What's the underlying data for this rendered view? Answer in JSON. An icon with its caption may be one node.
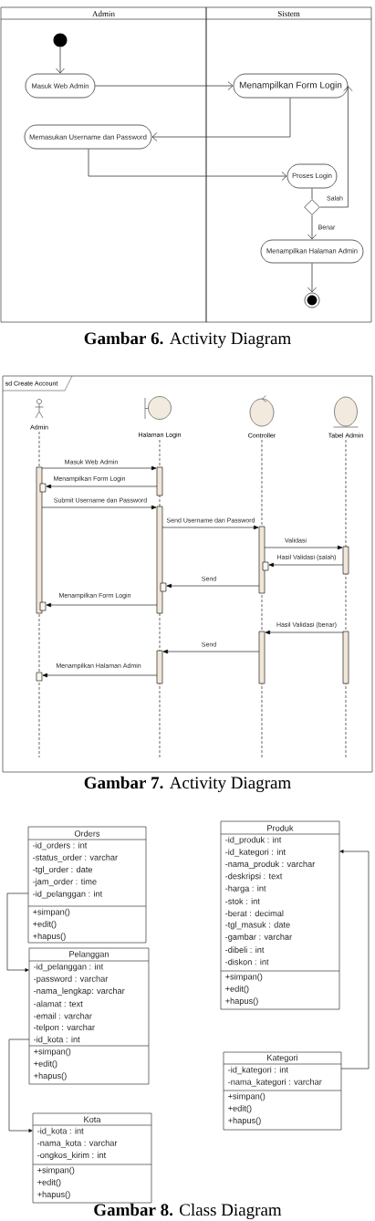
{
  "diagram": {
    "nodes": [
      {
        "text": [
          "Admin"
        ]
      },
      {
        "text": [
          "Sistem"
        ]
      },
      {
        "text": [],
        "shape": "circle",
        "in": 0
      },
      {
        "text": [
          "Masuk Web Admin"
        ],
        "in": 0
      },
      {
        "text": [
          "Menampilkan Form Login"
        ],
        "in": 1
      },
      {
        "text": [
          "Memasukan Username dan Password"
        ],
        "in": 0
      },
      {
        "text": [
          "Proses Login"
        ],
        "in": 1
      },
      {
        "text": [],
        "shape": "diamond",
        "in": 1
      },
      {
        "text": [
          "Menampilkan Halaman Admin"
        ],
        "in": 1
      },
      {
        "text": [],
        "shape": "circle",
        "in": 1
      },
      {
        "text": [
          "sd Create Account"
        ]
      },
      {
        "text": [
          "Admin"
        ],
        "in": 10
      },
      {
        "text": [
          "Halaman Login"
        ],
        "in": 10
      },
      {
        "text": [
          "Controller"
        ],
        "in": 10
      },
      {
        "text": [
          "Tabel Admin"
        ],
        "in": 10
      },
      {
        "text": [],
        "shape": "bar",
        "in": 10
      },
      {
        "text": [],
        "shape": "bar",
        "in": 10
      },
      {
        "text": [],
        "shape": "box",
        "in": 10
      },
      {
        "text": [],
        "shape": "bar",
        "in": 10
      },
      {
        "text": [],
        "shape": "bar",
        "in": 10
      },
      {
        "text": [],
        "shape": "bar",
        "in": 10
      },
      {
        "text": [],
        "shape": "box",
        "in": 10
      },
      {
        "text": [],
        "shape": "box",
        "in": 10
      },
      {
        "text": [],
        "shape": "box",
        "in": 10
      },
      {
        "text": [],
        "shape": "bar",
        "in": 10
      },
      {
        "text": [],
        "shape": "bar",
        "in": 10
      },
      {
        "text": [],
        "shape": "bar",
        "in": 10
      },
      {
        "text": [],
        "shape": "box",
        "in": 10
      },
      {
        "text": [
          "Orders",
          "-id_orders : int",
          "-status_order : varchar",
          "-tgl_order : date",
          "-jam_order : time",
          "-id_pelanggan : int",
          "+simpan()",
          "+edit()",
          "+hapus()"
        ]
      },
      {
        "text": [
          "Produk",
          "-id_produk : int",
          "-id_kategori : int",
          "-nama_produk : varchar",
          "-deskripsi : text",
          "-harga : int",
          "-stok : int",
          "-berat : decimal",
          "-tgl_masuk : date",
          "-gambar : varchar",
          "-dibeli : int",
          "-diskon : int",
          "+simpan()",
          "+edit()",
          "+hapus()"
        ]
      },
      {
        "text": [
          "Pelanggan",
          "-id_pelanggan : int",
          "-password : varchar",
          "-nama_lengkap: varchar",
          "-alamat : text",
          "-email : varchar",
          "-telpon : varchar",
          "-id_kota : int",
          "+simpan()",
          "+edit()",
          "+hapus()"
        ]
      },
      {
        "text": [
          "Kategori",
          "-id_kategori : int",
          "-nama_kategori : varchar",
          "+simpan()",
          "+edit()",
          "+hapus()"
        ]
      },
      {
        "text": [
          "Kota",
          "-id_kota : int",
          "-nama_kota : varchar",
          "-ongkos_kirim : int",
          "+simpan()",
          "+edit()",
          "+hapus()"
        ]
      }
    ],
    "edges": [
      {
        "from": 2,
        "to": 3,
        "arrow": "to"
      },
      {
        "from": 3,
        "to": 4,
        "arrow": "to"
      },
      {
        "from": 4,
        "to": 5,
        "arrow": "to"
      },
      {
        "from": 5,
        "to": 6,
        "arrow": "to"
      },
      {
        "from": 6,
        "to": 7,
        "arrow": "none"
      },
      {
        "from": 7,
        "to": 4,
        "arrow": "to",
        "label": "Salah"
      },
      {
        "from": 7,
        "to": 8,
        "arrow": "to",
        "label": "Benar"
      },
      {
        "from": 8,
        "to": 9,
        "arrow": "to"
      },
      {
        "from": 15,
        "to": 16,
        "arrow": "to",
        "label": "Masuk Web Admin"
      },
      {
        "from": 16,
        "to": 17,
        "arrow": "to",
        "label": "Menampilkan Form Login"
      },
      {
        "from": 15,
        "to": 18,
        "arrow": "to",
        "label": "Submit Username dan Password"
      },
      {
        "from": 18,
        "to": 19,
        "arrow": "to",
        "label": "Send Username dan Password"
      },
      {
        "from": 19,
        "to": 20,
        "arrow": "to",
        "label": "Validasi"
      },
      {
        "from": 20,
        "to": 21,
        "arrow": "to",
        "label": "Hasil Validasi (salah)"
      },
      {
        "from": 19,
        "to": 22,
        "arrow": "to",
        "label": "Send"
      },
      {
        "from": 18,
        "to": 23,
        "arrow": "to",
        "label": "Menampilkan Form Login"
      },
      {
        "from": 25,
        "to": 24,
        "arrow": "to",
        "label": "Hasil Validasi (benar)"
      },
      {
        "from": 24,
        "to": 26,
        "arrow": "to",
        "label": "Send"
      },
      {
        "from": 26,
        "to": 27,
        "arrow": "to",
        "label": "Menampilkan Halaman Admin"
      },
      {
        "from": 28,
        "to": 30,
        "arrow": "to"
      },
      {
        "from": 30,
        "to": 32,
        "arrow": "to"
      },
      {
        "from": 31,
        "to": 29,
        "arrow": "to"
      }
    ],
    "labels": [
      "**Gambar 6.** Activity Diagram",
      "**Gambar 7.** Activity Diagram",
      "**Gambar 8.** Class Diagram"
    ]
  }
}
